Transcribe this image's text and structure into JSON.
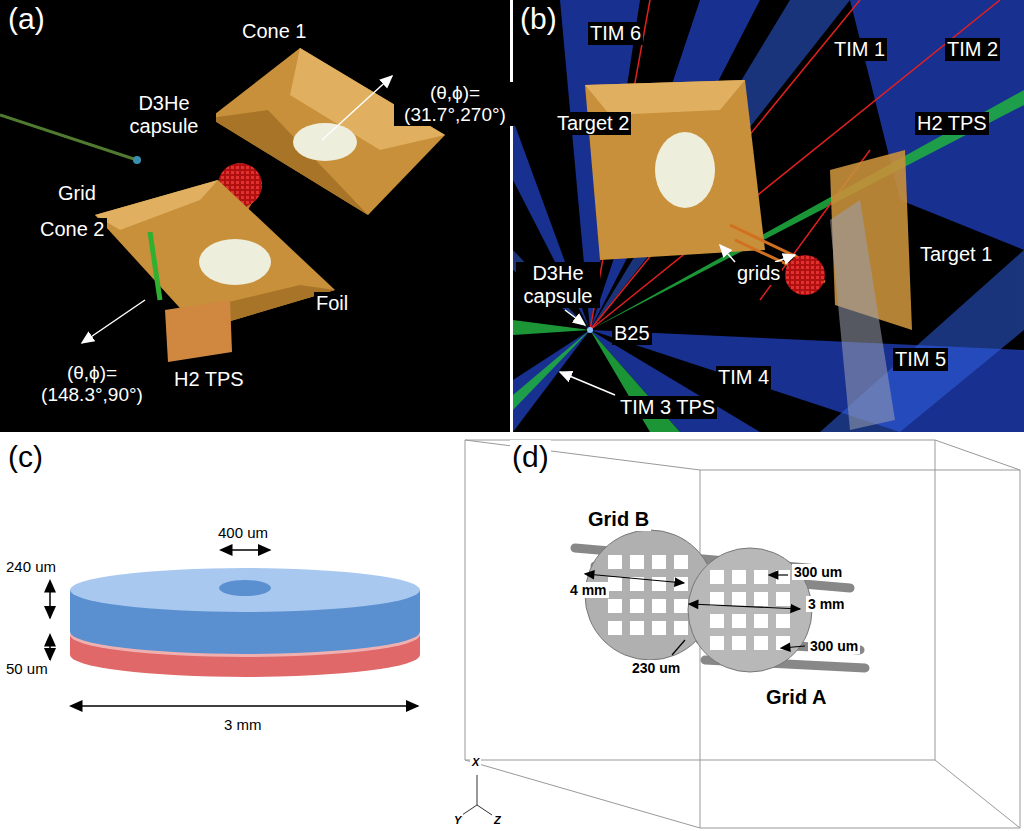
{
  "diagram": {
    "labels": [
      "(a)",
      "Cone 1",
      "D3He capsule",
      "(θ,ϕ)= (31.7°,270°)",
      "Grid",
      "Cone 2",
      "Foil",
      "H2 TPS",
      "(θ,ϕ)= (148.3°,90°)",
      "(b)",
      "TIM 6",
      "TIM 1",
      "TIM 2",
      "H2 TPS",
      "Target 2",
      "grids",
      "Target 1",
      "D3He capsule",
      "B25",
      "TIM 4",
      "TIM 5",
      "TIM 3 TPS",
      "(c)",
      "400 um",
      "240 um",
      "50 um",
      "3 mm",
      "(d)",
      "Grid B",
      "4 mm",
      "300 um",
      "3 mm",
      "300 um",
      "230 um",
      "Grid A",
      "X",
      "Y",
      "Z"
    ]
  }
}
